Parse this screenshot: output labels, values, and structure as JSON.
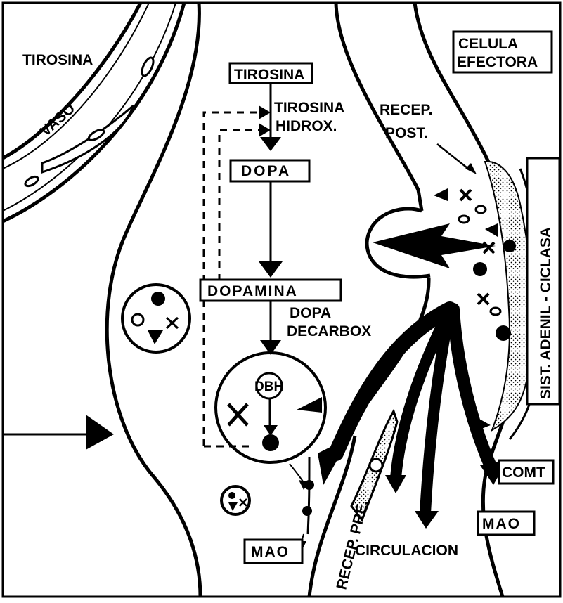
{
  "labels": {
    "tirosina_outside": "TIROSINA",
    "vaso": "VASO",
    "tirosina_box": "TIROSINA",
    "tirosina_hidrox_1": "TIROSINA",
    "tirosina_hidrox_2": "HIDROX.",
    "dopa": "DOPA",
    "dopamina": "DOPAMINA",
    "dopa_decarbox_1": "DOPA",
    "dopa_decarbox_2": "DECARBOX",
    "dbh": "DBH",
    "mao_left": "MAO",
    "mao_right": "MAO",
    "comt": "COMT",
    "circulacion": "CIRCULACION",
    "recep_pre": "RECEP. PRE.",
    "recep_post_1": "RECEP.",
    "recep_post_2": "POST.",
    "celula_efectora_1": "CELULA",
    "celula_efectora_2": "EFECTORA",
    "sist_adenil_ciclasa": "SIST. ADENIL - CICLASA"
  },
  "colors": {
    "ink": "#000000",
    "paper": "#ffffff"
  }
}
